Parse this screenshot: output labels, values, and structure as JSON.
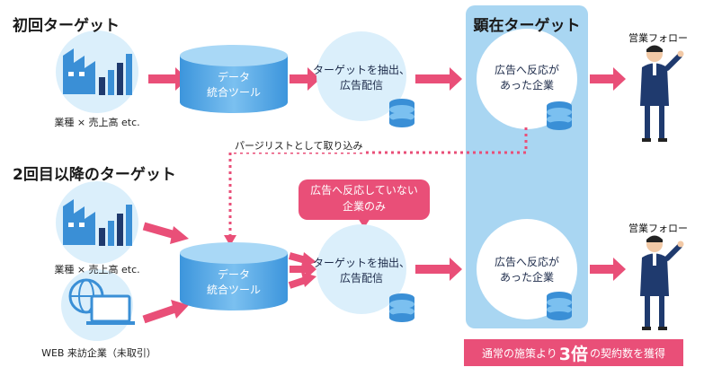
{
  "headings": {
    "first": "初回ターゲット",
    "second": "2回目以降のターゲット",
    "manifest": "顕在ターゲット"
  },
  "labels": {
    "industry_sales_top": "業種 × 売上高 etc.",
    "industry_sales_bottom": "業種 × 売上高 etc.",
    "web_visitors": "WEB 来訪企業（未取引）",
    "purge_list": "パージリストとして取り込み",
    "no_response_line1": "広告へ反応していない",
    "no_response_line2": "企業のみ",
    "sales_follow_top": "営業フォロー",
    "sales_follow_bottom": "営業フォロー",
    "result_prefix": "通常の施策より",
    "result_number": "3倍",
    "result_suffix": "の契約数を獲得"
  },
  "nodes": {
    "data_tool_top_1": "データ",
    "data_tool_top_2": "統合ツール",
    "data_tool_bottom_1": "データ",
    "data_tool_bottom_2": "統合ツール",
    "extract_top_1": "ターゲットを抽出、",
    "extract_top_2": "広告配信",
    "extract_bottom_1": "ターゲットを抽出、",
    "extract_bottom_2": "広告配信",
    "responded_top_1": "広告へ反応が",
    "responded_top_2": "あった企業",
    "responded_bottom_1": "広告へ反応が",
    "responded_bottom_2": "あった企業"
  },
  "colors": {
    "accent_pink": "#e94f78",
    "panel_blue": "#a9d6f2",
    "circle_fill": "#dbeffb",
    "icon_blue": "#3a8fd6",
    "navy": "#1f3a6e"
  }
}
